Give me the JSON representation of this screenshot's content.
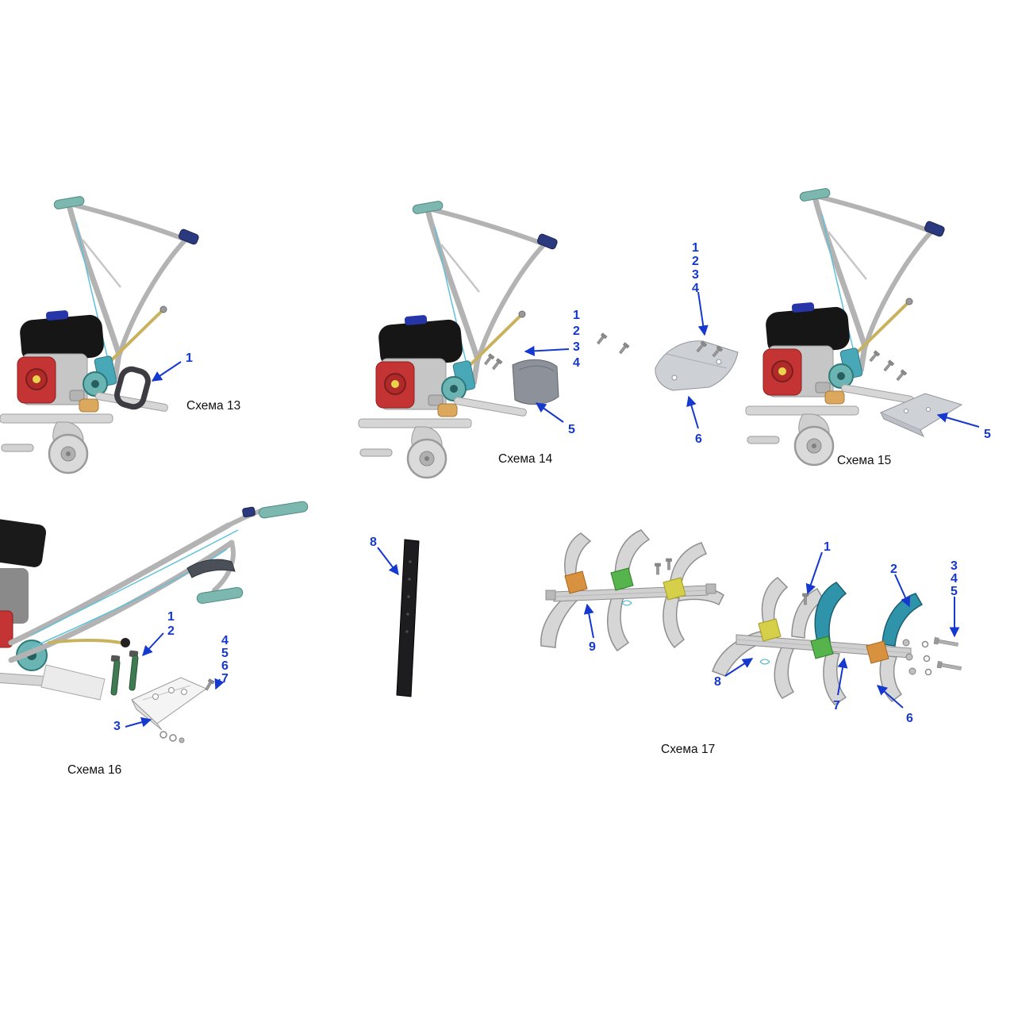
{
  "page": {
    "background": "#ffffff"
  },
  "palette": {
    "callout_blue": "#1538cf",
    "label_black": "#101010",
    "tube_gray": "#b3b3b3",
    "grip_teal": "#7cb8b0",
    "engine_red": "#c43434",
    "tank_black": "#161616",
    "cap_blue": "#2636a8",
    "rod_yellow": "#c9b25e",
    "part_gray": "#cdd0d5",
    "blade_teal": "#2f93aa",
    "hub_green": "#55b44c",
    "hub_yellow": "#d6cf4a",
    "hub_orange": "#d8913f",
    "cable_cyan": "#5ec1da"
  },
  "schemas": [
    {
      "label": "Схема 13",
      "callouts": [
        "1"
      ]
    },
    {
      "label": "Схема 14",
      "callouts": [
        "1",
        "2",
        "3",
        "4",
        "5"
      ]
    },
    {
      "label": "Схема 15",
      "callouts": [
        "1",
        "2",
        "3",
        "4",
        "6",
        "5"
      ]
    },
    {
      "label": "Схема 16",
      "callouts": [
        "1",
        "2",
        "4",
        "5",
        "6",
        "7",
        "3",
        "8"
      ]
    },
    {
      "label": "Схема 17",
      "callouts": [
        "9",
        "1",
        "2",
        "3",
        "4",
        "5",
        "8",
        "7",
        "6"
      ]
    }
  ]
}
